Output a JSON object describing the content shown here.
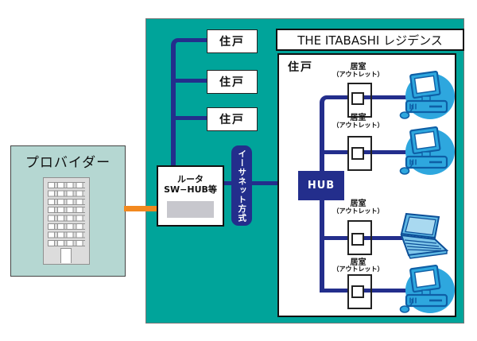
{
  "colors": {
    "teal_background": "#00A49A",
    "navy_line": "#232E8C",
    "orange_cable": "#F2891F",
    "provider_fill": "#B5D7D2",
    "computer_blue": "#2EA7DE",
    "computer_outline": "#0E5FA6"
  },
  "provider": {
    "label": "プロバイダー"
  },
  "router": {
    "line1": "ルータ",
    "line2": "SW−HUB等"
  },
  "ethernet": {
    "label": "イーサネット方式"
  },
  "unit_boxes": [
    {
      "label": "住戸"
    },
    {
      "label": "住戸"
    },
    {
      "label": "住戸"
    }
  ],
  "residence": {
    "title": "THE ITABASHI レジデンス",
    "unit_label": "住戸",
    "hub_label": "HUB",
    "outlets": [
      {
        "room": "居室",
        "sub": "（アウトレット）",
        "device": "desktop"
      },
      {
        "room": "居室",
        "sub": "（アウトレット）",
        "device": "desktop"
      },
      {
        "room": "居室",
        "sub": "（アウトレット）",
        "device": "laptop"
      },
      {
        "room": "居室",
        "sub": "（アウトレット）",
        "device": "desktop"
      }
    ]
  }
}
